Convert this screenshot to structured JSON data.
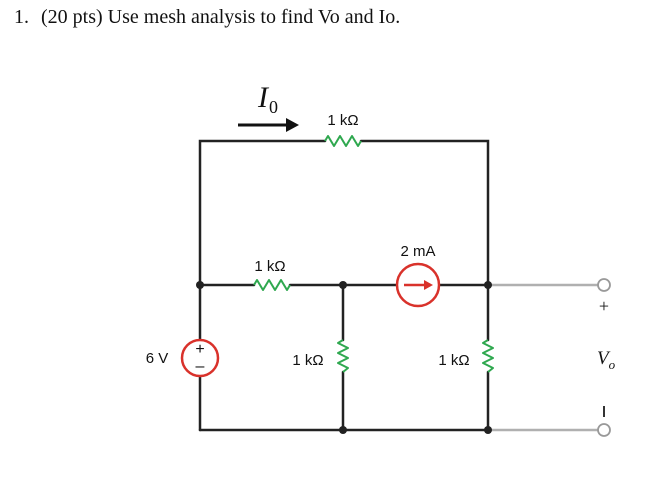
{
  "problem": {
    "number": "1.",
    "text": "(20 pts) Use mesh analysis to find Vo and Io."
  },
  "circuit": {
    "current_label": {
      "main": "I",
      "sub": "0"
    },
    "resistor_top": "1 kΩ",
    "resistor_mid": "1 kΩ",
    "resistor_center": "1 kΩ",
    "resistor_right": "1 kΩ",
    "source_voltage": "6 V",
    "source_current": "2 mA",
    "output_label": {
      "main": "V",
      "sub": "o"
    },
    "plus_sign": "+",
    "minus_sign": "–",
    "colors": {
      "wire": "#222222",
      "source": "#d9322b",
      "output_wire": "#b0b0b0",
      "resistor": "#2fa84f"
    }
  }
}
